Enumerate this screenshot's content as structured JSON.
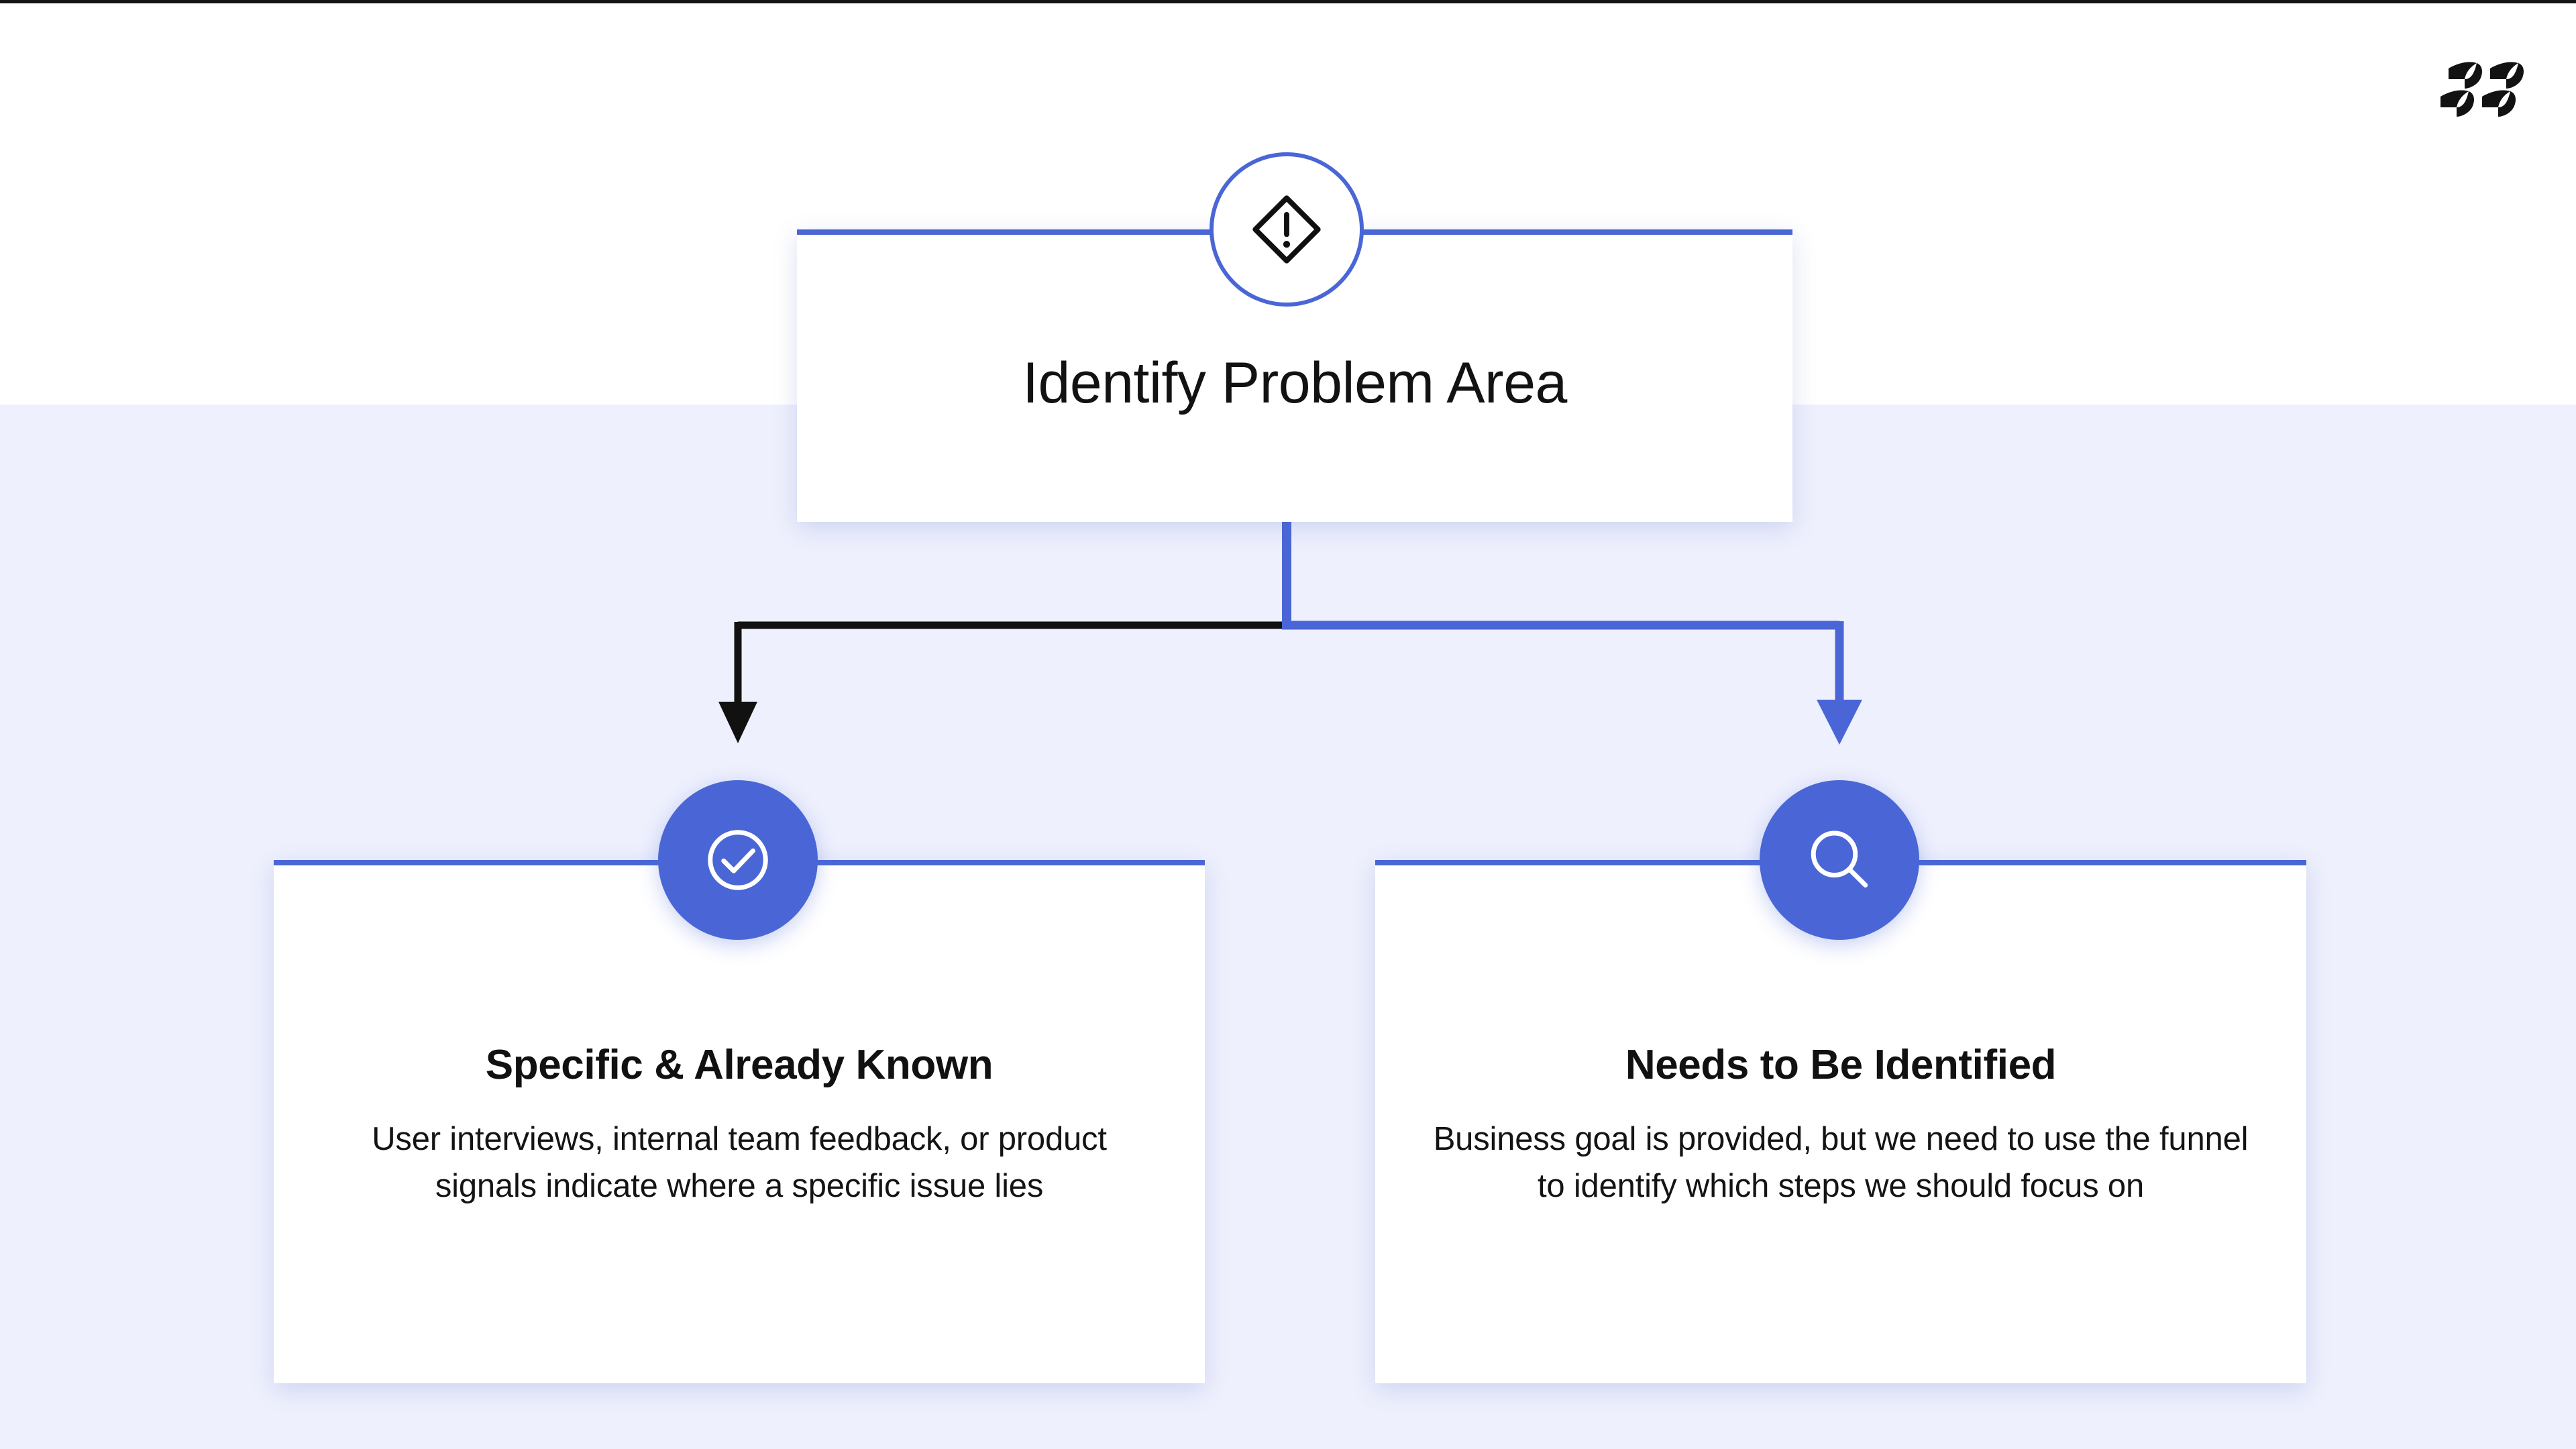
{
  "page": {
    "background_top": "#ffffff",
    "background_bottom": "#eef0fd",
    "accent_blue": "#4a66d6",
    "ink": "#121212"
  },
  "brand": {
    "logo_name": "rr-double-chevron-logo",
    "logo_color": "#121212"
  },
  "diagram": {
    "type": "flowchart",
    "root": {
      "icon": "alert-diamond-icon",
      "title": "Identify Problem Area"
    },
    "branches": [
      {
        "icon": "check-circle-icon",
        "connector_color": "#111111",
        "heading": "Specific & Already Known",
        "description": "User interviews, internal team feedback, or product signals indicate where a specific issue lies"
      },
      {
        "icon": "search-icon",
        "connector_color": "#4a66d6",
        "heading": "Needs to Be Identified",
        "description": "Business goal is provided, but we need to use the funnel to identify which steps we should focus on"
      }
    ]
  }
}
